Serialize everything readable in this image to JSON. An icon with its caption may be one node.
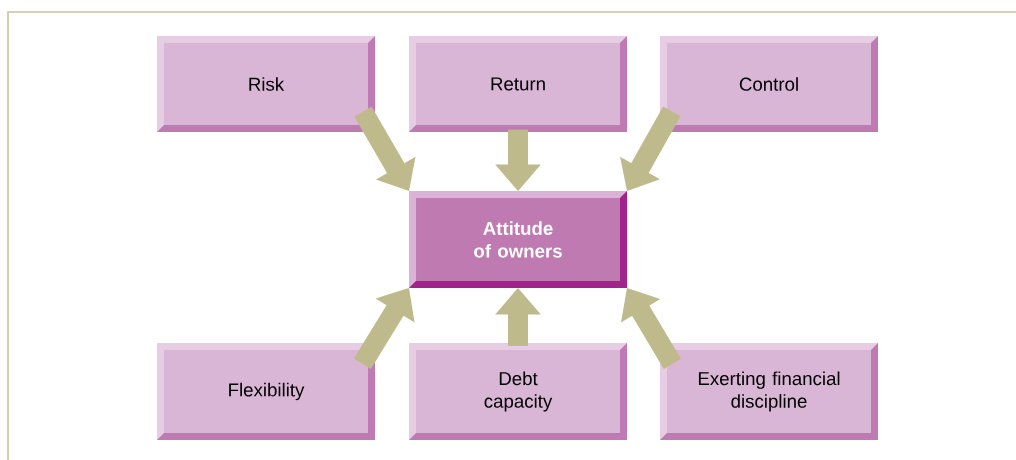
{
  "diagram": {
    "nodes": [
      {
        "text": [
          "Risk"
        ]
      },
      {
        "text": [
          "Return"
        ]
      },
      {
        "text": [
          "Control"
        ]
      },
      {
        "text": [
          "Attitude of owners"
        ]
      },
      {
        "text": [
          "Flexibility"
        ]
      },
      {
        "text": [
          "Debt capacity"
        ]
      },
      {
        "text": [
          "Exerting financial discipline"
        ]
      }
    ],
    "edges": [
      {
        "from": 0,
        "to": 3,
        "arrow": "to"
      },
      {
        "from": 1,
        "to": 3,
        "arrow": "to"
      },
      {
        "from": 2,
        "to": 3,
        "arrow": "to"
      },
      {
        "from": 4,
        "to": 3,
        "arrow": "to"
      },
      {
        "from": 5,
        "to": 3,
        "arrow": "to"
      },
      {
        "from": 6,
        "to": 3,
        "arrow": "to"
      }
    ]
  }
}
